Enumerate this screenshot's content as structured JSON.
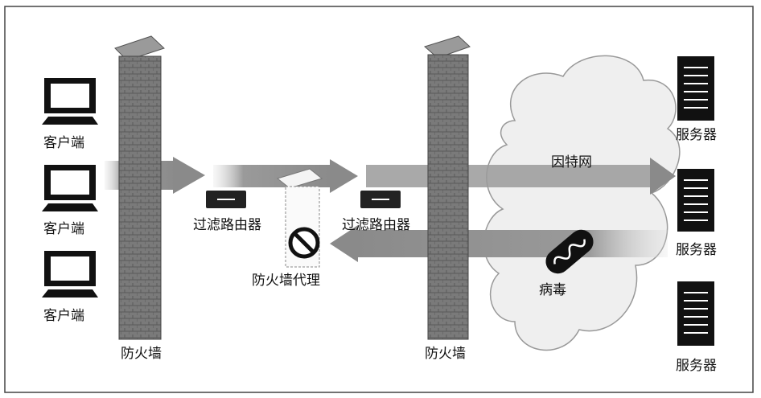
{
  "clients": [
    "客户端",
    "客户端",
    "客户端"
  ],
  "servers": [
    "服务器",
    "服务器",
    "服务器"
  ],
  "firewall_left": "防火墙",
  "firewall_right": "防火墙",
  "router_left": "过滤路由器",
  "router_right": "过滤路由器",
  "proxy": "防火墙代理",
  "internet": "因特网",
  "virus": "病毒",
  "colors": {
    "arrow": "#8a8a8a",
    "brick": "#6b6b6b",
    "cloud": "#eeeeee",
    "frame": "#444444"
  }
}
